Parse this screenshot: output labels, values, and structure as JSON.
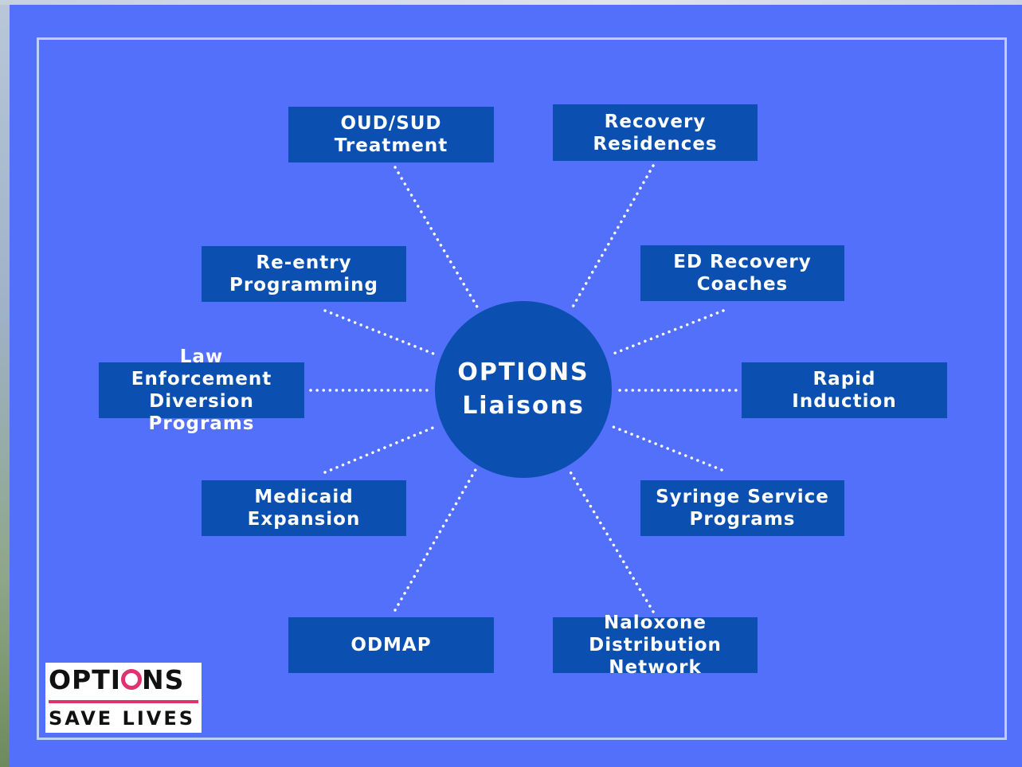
{
  "diagram": {
    "hub": "OPTIONS\nLiaisons",
    "nodes": {
      "oud_sud": "OUD/SUD\nTreatment",
      "recovery_residences": "Recovery\nResidences",
      "reentry": "Re-entry\nProgramming",
      "ed_coaches": "ED Recovery\nCoaches",
      "law_enforcement": "Law\nEnforcement\nDiversion\nPrograms",
      "rapid_induction": "Rapid\nInduction",
      "medicaid": "Medicaid\nExpansion",
      "syringe": "Syringe Service\nPrograms",
      "odmap": "ODMAP",
      "naloxone": "Naloxone\nDistribution\nNetwork"
    }
  },
  "logo": {
    "word_before": "OPTI",
    "word_after": "NS",
    "tagline": "SAVE LIVES"
  },
  "colors": {
    "background": "#5370fb",
    "box": "#0b4fb0",
    "frame": "#c3cdfb",
    "connector": "#ffffff",
    "logo_accent": "#e2316f"
  }
}
